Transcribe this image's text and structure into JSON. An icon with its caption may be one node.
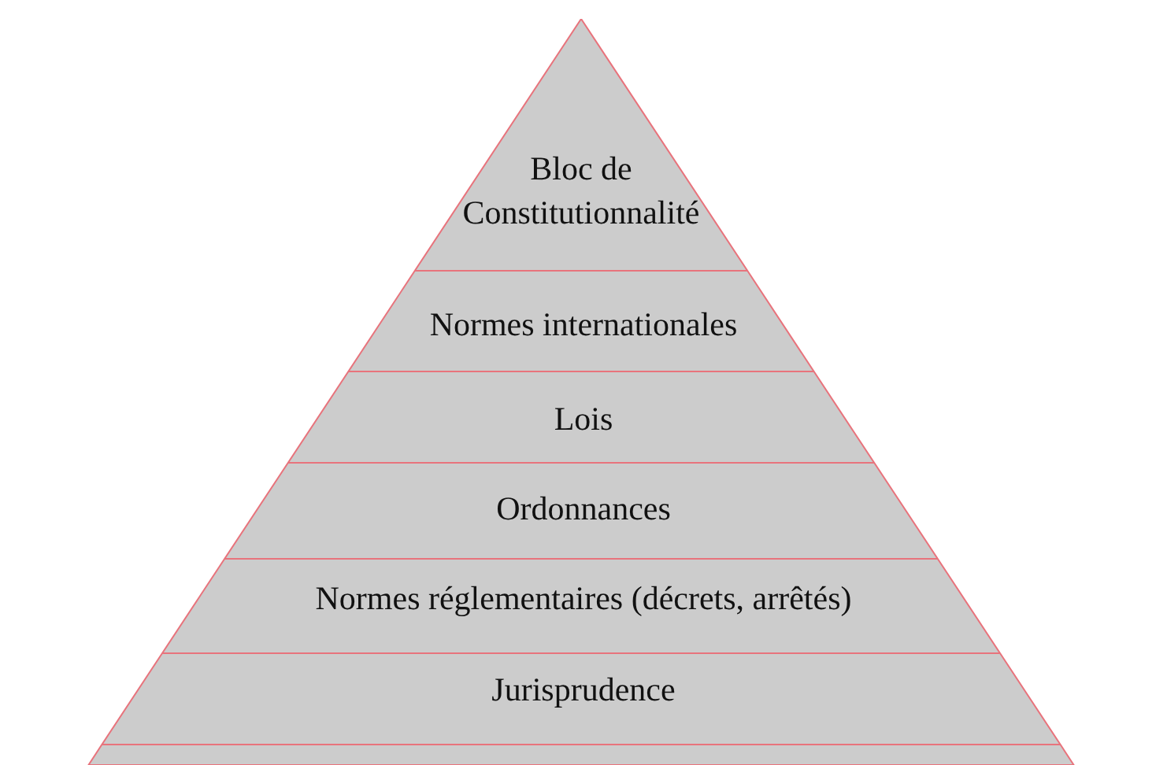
{
  "diagram": {
    "nodes": [
      {
        "text": [
          "Bloc de Constitutionnalité"
        ]
      },
      {
        "text": [
          "Normes internationales"
        ]
      },
      {
        "text": [
          "Lois"
        ]
      },
      {
        "text": [
          "Ordonnances"
        ]
      },
      {
        "text": [
          "Normes réglementaires (décrets, arrêtés)"
        ]
      },
      {
        "text": [
          "Jurisprudence"
        ]
      },
      {
        "text": [],
        "shape": "box"
      }
    ]
  }
}
